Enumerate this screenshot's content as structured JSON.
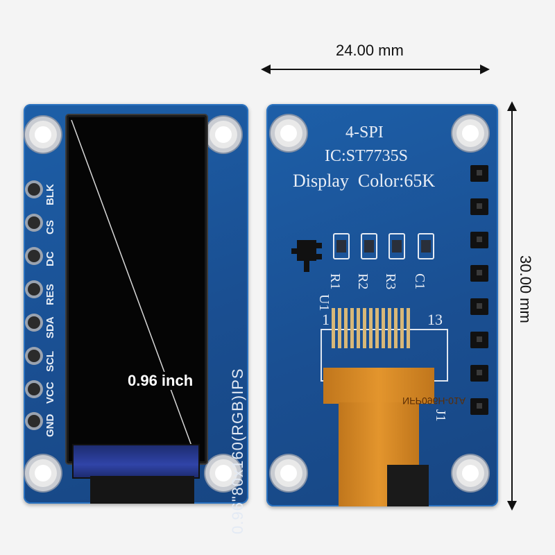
{
  "dimensions": {
    "width_label": "24.00 mm",
    "height_label": "30.00 mm"
  },
  "front": {
    "diagonal_label": "0.96 inch",
    "side_text": "0.96\"80x160(RGB)IPS",
    "pins": [
      "GND",
      "VCC",
      "SCL",
      "SDA",
      "RES",
      "DC",
      "CS",
      "BLK"
    ]
  },
  "back": {
    "line1": "4-SPI",
    "line2": "IC:ST7735S",
    "line3": "Display  Color:65K",
    "components": [
      "R1",
      "R2",
      "R3",
      "C1"
    ],
    "u1": "U1",
    "pin_start": "1",
    "pin_end": "13",
    "header": "J1",
    "fpc_label": "NFP096H-01A"
  },
  "colors": {
    "pcb_blue": "#1a4f92",
    "silkscreen": "#e9eef6",
    "fpc_orange": "#e3952d"
  }
}
